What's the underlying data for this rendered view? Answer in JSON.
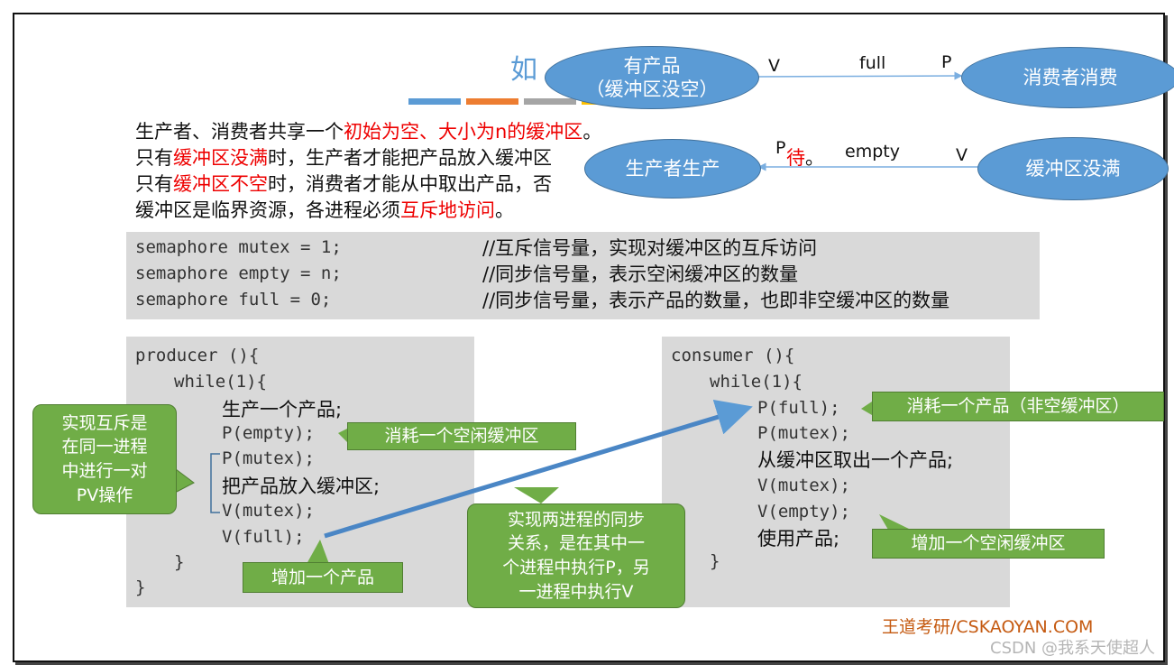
{
  "slide": {
    "title_visible": "如",
    "accent_bars": [
      "#5b9bd5",
      "#ed7d31",
      "#a5a5a5",
      "#ffc000",
      "#70ad47"
    ],
    "intro": [
      {
        "parts": [
          {
            "t": "生产者、消费者共享一个"
          },
          {
            "t": "初始为空、大小为n的缓冲区",
            "red": true
          },
          {
            "t": "。"
          }
        ]
      },
      {
        "parts": [
          {
            "t": "只有"
          },
          {
            "t": "缓冲区没满",
            "red": true
          },
          {
            "t": "时，生产者才能把产品放入缓冲区"
          },
          {
            "t": "待",
            "red": true
          },
          {
            "t": "。"
          }
        ]
      },
      {
        "parts": [
          {
            "t": "只有"
          },
          {
            "t": "缓冲区不空",
            "red": true
          },
          {
            "t": "时，消费者才能从中取出产品，否"
          }
        ]
      },
      {
        "parts": [
          {
            "t": "缓冲区是临界资源，各进程必须"
          },
          {
            "t": "互斥地访问",
            "red": true
          },
          {
            "t": "。"
          }
        ]
      }
    ],
    "semaphores": [
      {
        "code": "semaphore mutex = 1;",
        "comment": "//互斥信号量，实现对缓冲区的互斥访问"
      },
      {
        "code": "semaphore empty = n;",
        "comment": "//同步信号量，表示空闲缓冲区的数量"
      },
      {
        "code": "semaphore full = 0;",
        "comment": "//同步信号量，表示产品的数量，也即非空缓冲区的数量"
      }
    ],
    "producer": {
      "head": "producer (){",
      "while": "while(1){",
      "l1": "生产一个产品;",
      "l2": "P(empty);",
      "l3": "P(mutex);",
      "l4": "把产品放入缓冲区;",
      "l5": "V(mutex);",
      "l6": "V(full);",
      "close1": "}",
      "close2": "}"
    },
    "consumer": {
      "head": "consumer (){",
      "while": "while(1){",
      "l1": "P(full);",
      "l2": "P(mutex);",
      "l3": "从缓冲区取出一个产品;",
      "l4": "V(mutex);",
      "l5": "V(empty);",
      "l6": "使用产品;",
      "close1": "}"
    },
    "diagram": {
      "node_has_product": "有产品\n（缓冲区没空）",
      "node_consumer": "消费者消费",
      "node_producer": "生产者生产",
      "node_not_full": "缓冲区没满",
      "edge_full": {
        "label": "full",
        "from": "V",
        "to": "P"
      },
      "edge_empty": {
        "label": "empty",
        "from": "V",
        "to": "P"
      }
    },
    "callouts": {
      "mutex_pair": "实现互斥是\n在同一进程\n中进行一对\nPV操作",
      "consume_empty": "消耗一个空闲缓冲区",
      "add_product": "增加一个产品",
      "sync": "实现两进程的同步\n关系，是在其中一\n个进程中执行P，另\n一进程中执行V",
      "consume_product": "消耗一个产品（非空缓冲区）",
      "add_empty": "增加一个空闲缓冲区"
    },
    "footer": "王道考研/CSKAOYAN.COM",
    "watermark": "CSDN @我系天使超人"
  }
}
